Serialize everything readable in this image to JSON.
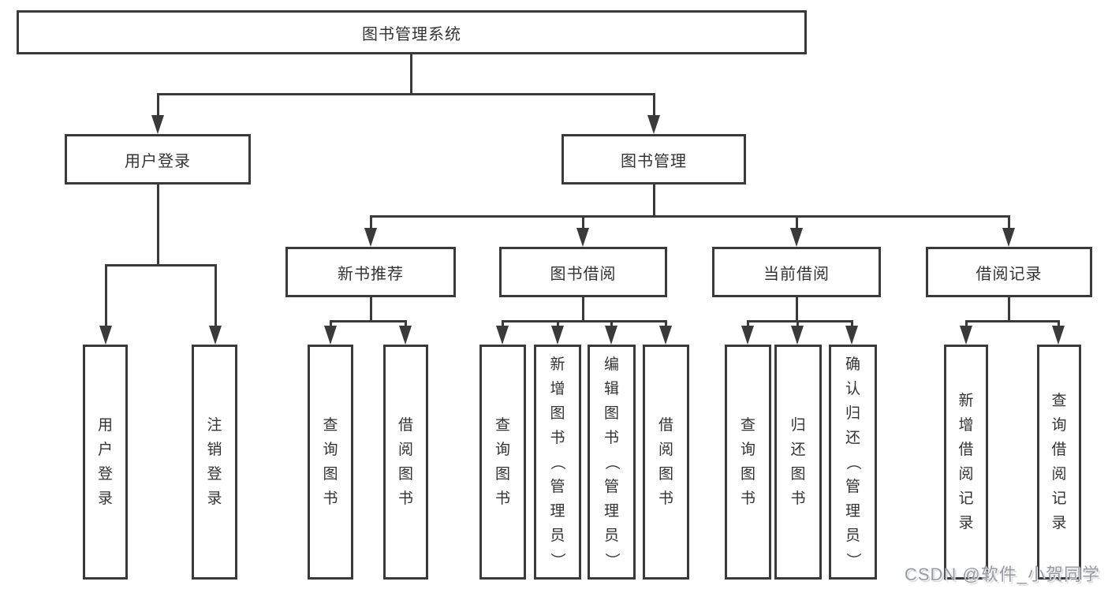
{
  "diagram_type": "hierarchical function structure chart",
  "watermark": {
    "text": "CSDN @软件_小贺同学"
  },
  "colors": {
    "background": "#ffffff",
    "line": "#3a3a3a",
    "border": "#3a3a3a",
    "text": "#333333",
    "watermark": "#979ba1"
  },
  "tree": {
    "label": "图书管理系统",
    "children": [
      {
        "label": "用户登录",
        "children": [
          {
            "label": "用户登录"
          },
          {
            "label": "注销登录"
          }
        ]
      },
      {
        "label": "图书管理",
        "children": [
          {
            "label": "新书推荐",
            "children": [
              {
                "label": "查询图书"
              },
              {
                "label": "借阅图书"
              }
            ]
          },
          {
            "label": "图书借阅",
            "children": [
              {
                "label": "查询图书"
              },
              {
                "label": "新增图书（管理员）"
              },
              {
                "label": "编辑图书（管理员）"
              },
              {
                "label": "借阅图书"
              }
            ]
          },
          {
            "label": "当前借阅",
            "children": [
              {
                "label": "查询图书"
              },
              {
                "label": "归还图书"
              },
              {
                "label": "确认归还（管理员）"
              }
            ]
          },
          {
            "label": "借阅记录",
            "children": [
              {
                "label": "新增借阅记录"
              },
              {
                "label": "查询借阅记录"
              }
            ]
          }
        ]
      }
    ]
  }
}
